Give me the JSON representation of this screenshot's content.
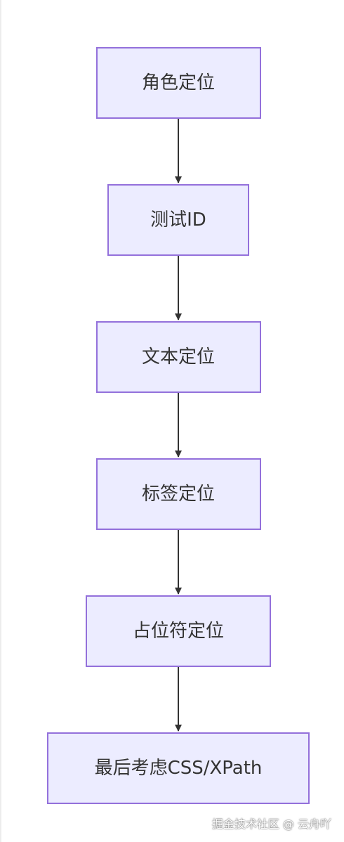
{
  "flowchart": {
    "node_fill": "#ececff",
    "node_stroke": "#9370db",
    "edge_color": "#333333",
    "nodes": [
      {
        "label": "角色定位"
      },
      {
        "label": "测试ID"
      },
      {
        "label": "文本定位"
      },
      {
        "label": "标签定位"
      },
      {
        "label": "占位符定位"
      },
      {
        "label": "最后考虑CSS/XPath"
      }
    ]
  },
  "watermark": {
    "text": "掘金技术社区 @ 云舟吖"
  }
}
